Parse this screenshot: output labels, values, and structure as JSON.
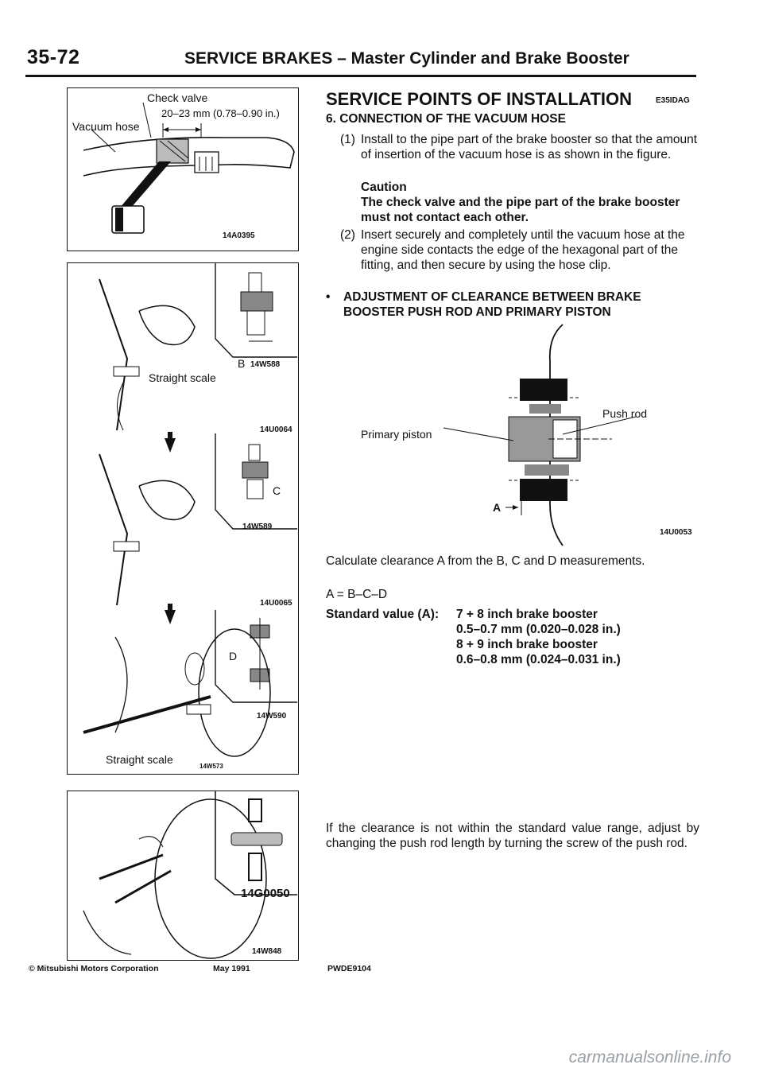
{
  "header": {
    "page_number": "35-72",
    "title": "SERVICE BRAKES – Master Cylinder and Brake Booster"
  },
  "figures": {
    "fig1": {
      "check_valve": "Check valve",
      "vacuum_hose": "Vacuum hose",
      "dimension": "20–23 mm (0.78–0.90 in.)",
      "code": "14A0395"
    },
    "fig2": {
      "straight_scale_top": "Straight scale",
      "b_label": "B",
      "b_code": "14W588",
      "code_a": "14U0064",
      "c_label": "C",
      "c_code": "14W589",
      "code_b": "14U0065",
      "d_label": "D",
      "d_code": "14W590",
      "straight_scale_bottom": "Straight scale",
      "code": "14W573"
    },
    "fig3": {
      "inset_code": "14G0050",
      "code": "14W848"
    },
    "fig4": {
      "primary_piston": "Primary piston",
      "push_rod": "Push rod",
      "a_label": "A",
      "code": "14U0053"
    }
  },
  "content": {
    "section_title": "SERVICE POINTS OF INSTALLATION",
    "section_code": "E35IDAG",
    "step6_title": "6. CONNECTION OF THE VACUUM HOSE",
    "step1_num": "(1)",
    "step1_text": "Install to the pipe part of the brake booster so that the amount of insertion of the vacuum hose is as shown in the figure.",
    "caution_title": "Caution",
    "caution_text": "The check valve and the pipe part of the brake booster must not contact each other.",
    "step2_num": "(2)",
    "step2_text": "Insert securely and completely until the vacuum hose at the engine side contacts the edge of the hexagonal part of the fitting, and then secure by using the hose clip.",
    "bullet": "•",
    "adjust_title": "ADJUSTMENT OF CLEARANCE BETWEEN BRAKE BOOSTER PUSH ROD AND PRIMARY PISTON",
    "calc_text": "Calculate clearance A from the B, C and D measurements.",
    "formula": "A = B–C–D",
    "std_label": "Standard value (A):",
    "std_line1": "7 + 8 inch brake booster",
    "std_line2": "0.5–0.7 mm (0.020–0.028 in.)",
    "std_line3": "8 + 9 inch brake booster",
    "std_line4": "0.6–0.8 mm (0.024–0.031 in.)",
    "final_text": "If the clearance is not within the standard value range, adjust by changing the push rod length by turning the screw of the push rod."
  },
  "footer": {
    "copyright": "© Mitsubishi Motors Corporation",
    "date": "May 1991",
    "doc_code": "PWDE9104"
  },
  "watermark": "carmanualsonline.info"
}
